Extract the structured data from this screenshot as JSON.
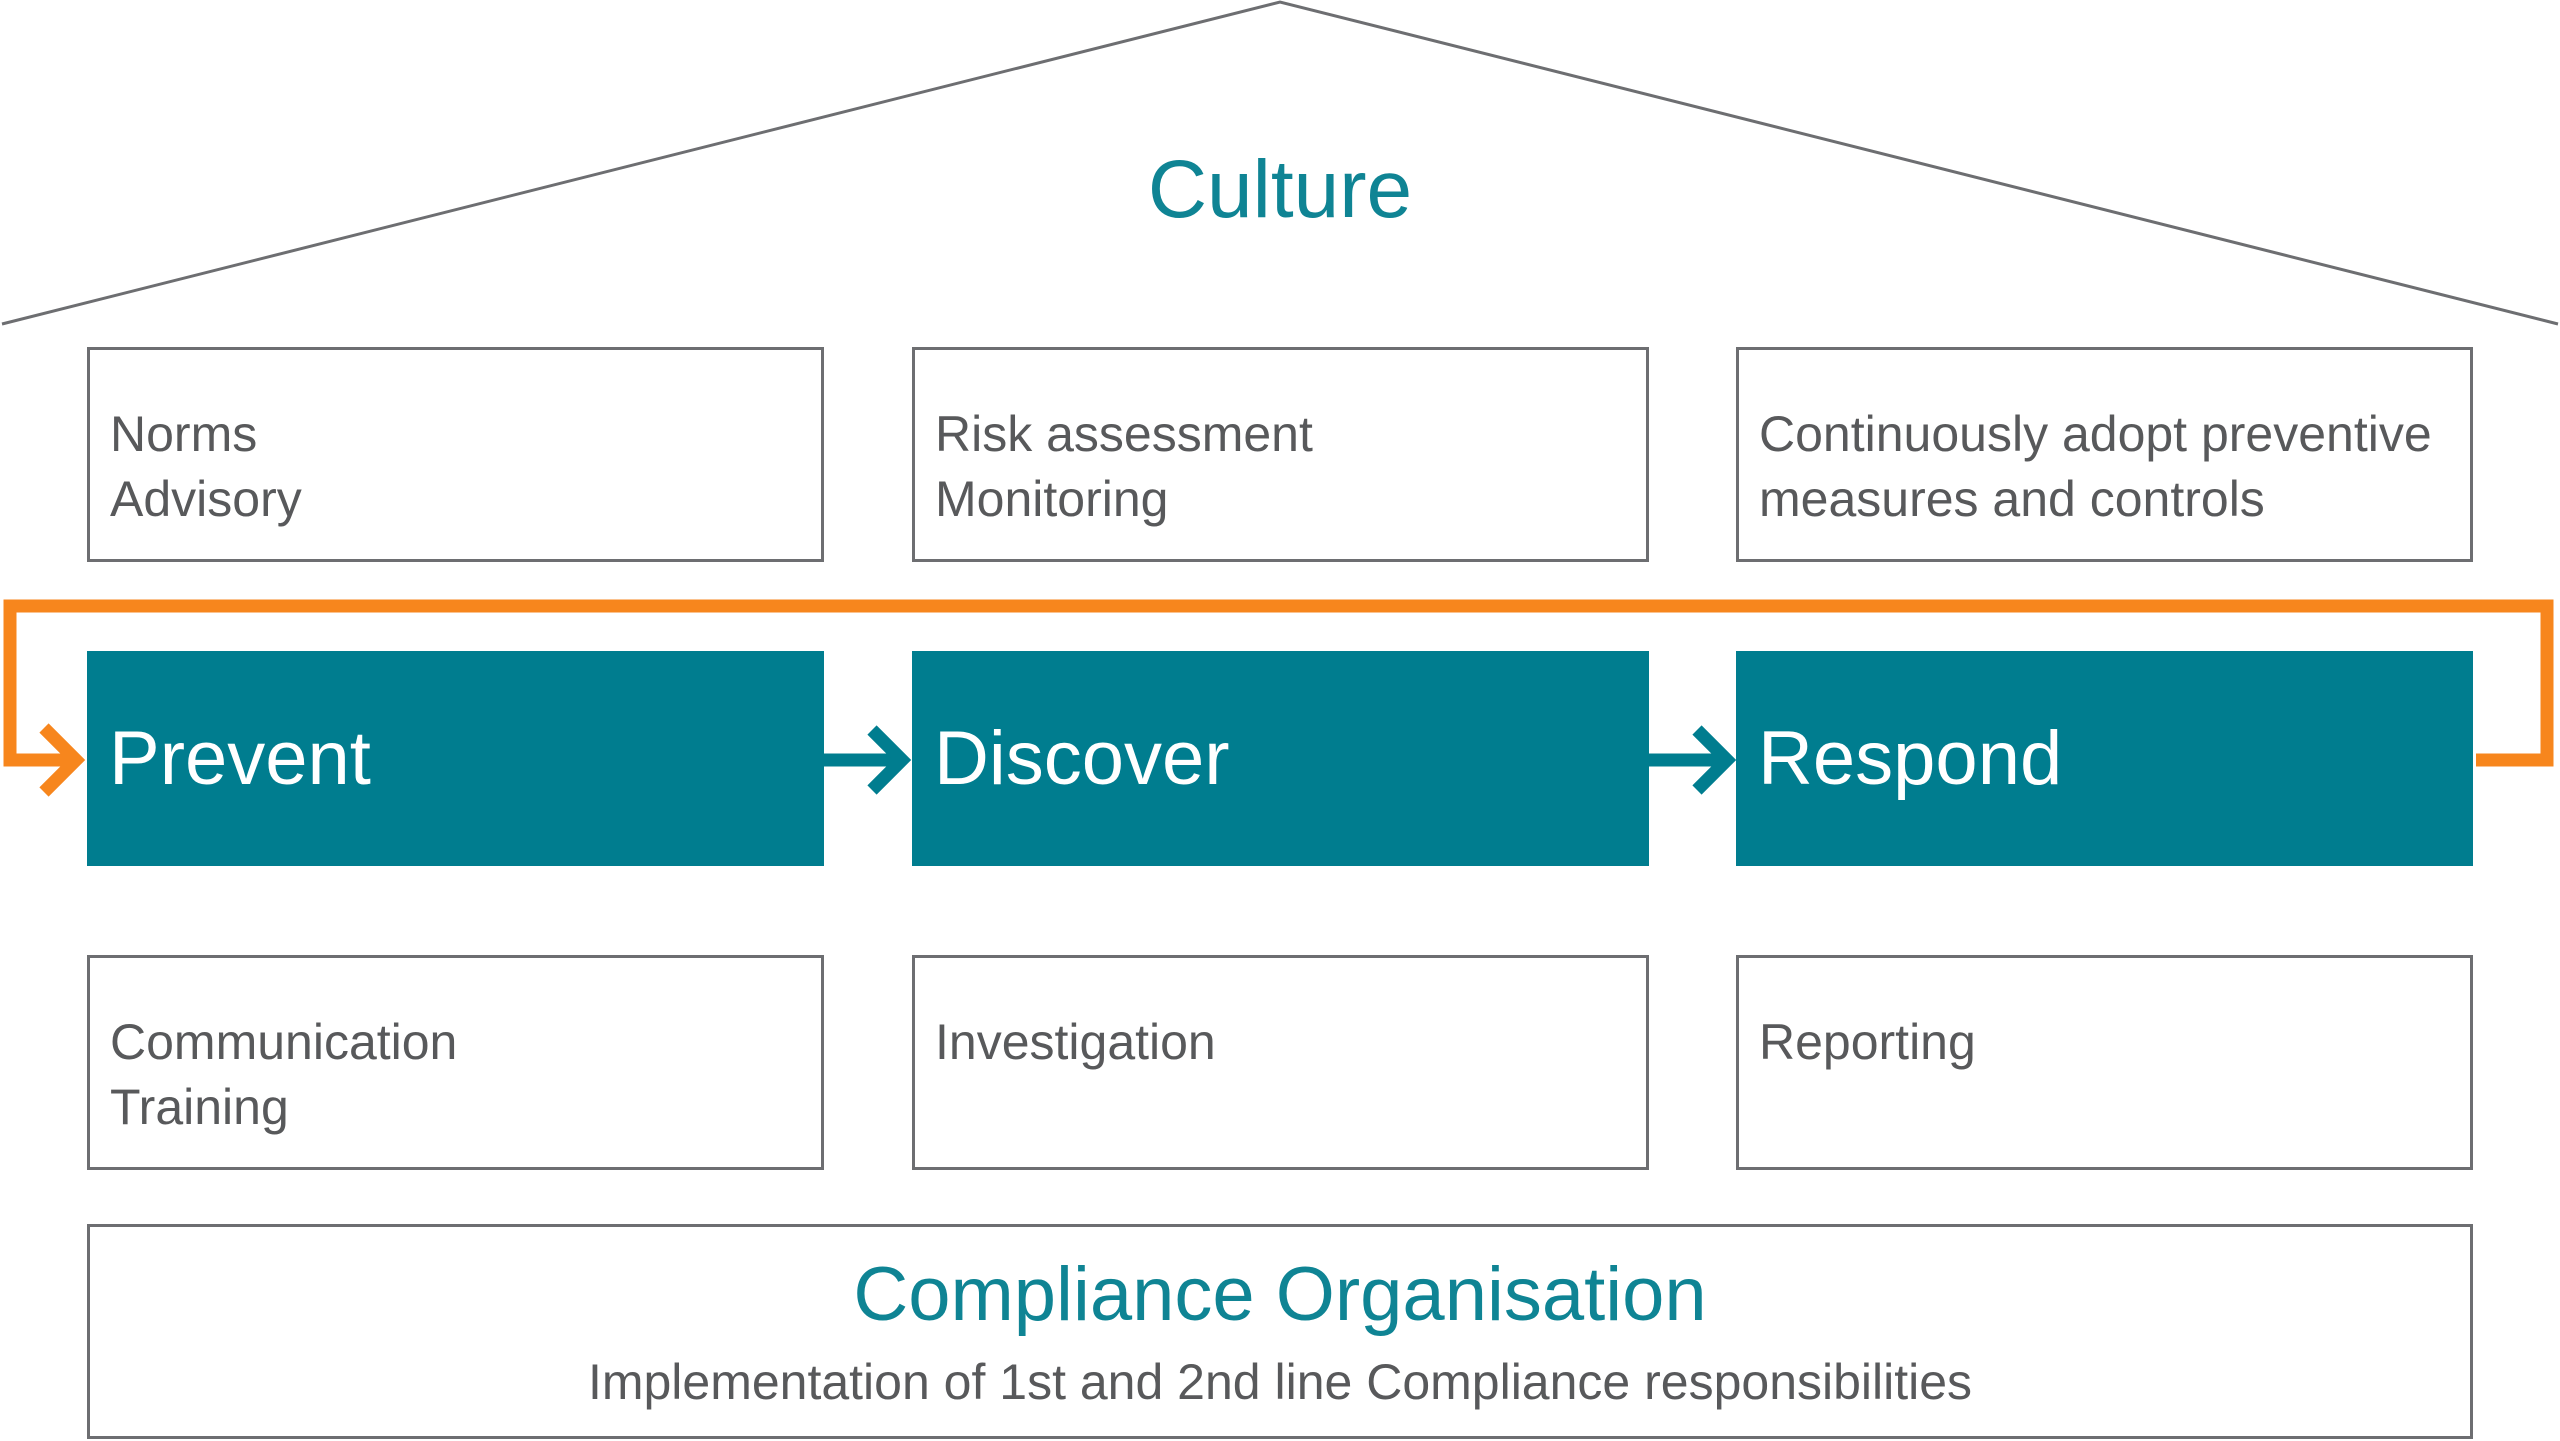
{
  "colors": {
    "accent": "#0f8494",
    "teal": "#007d8f",
    "orange": "#f7861d",
    "outline": "#6d6e71",
    "body_text": "#58595b"
  },
  "roof": {
    "title": "Culture"
  },
  "top_boxes": [
    {
      "lines": [
        "Norms",
        "Advisory"
      ]
    },
    {
      "lines": [
        "Risk assessment",
        "Monitoring"
      ]
    },
    {
      "lines": [
        "Continuously adopt preventive",
        "measures and controls"
      ]
    }
  ],
  "stages": [
    {
      "label": "Prevent"
    },
    {
      "label": "Discover"
    },
    {
      "label": "Respond"
    }
  ],
  "bottom_boxes": [
    {
      "lines": [
        "Communication",
        "Training"
      ]
    },
    {
      "lines": [
        "Investigation"
      ]
    },
    {
      "lines": [
        "Reporting"
      ]
    }
  ],
  "foundation": {
    "title": "Compliance Organisation",
    "subtitle": "Implementation of 1st and 2nd line Compliance responsibilities"
  },
  "icons": {
    "loop": "feedback-loop-arrow",
    "flow": "right-arrow"
  }
}
